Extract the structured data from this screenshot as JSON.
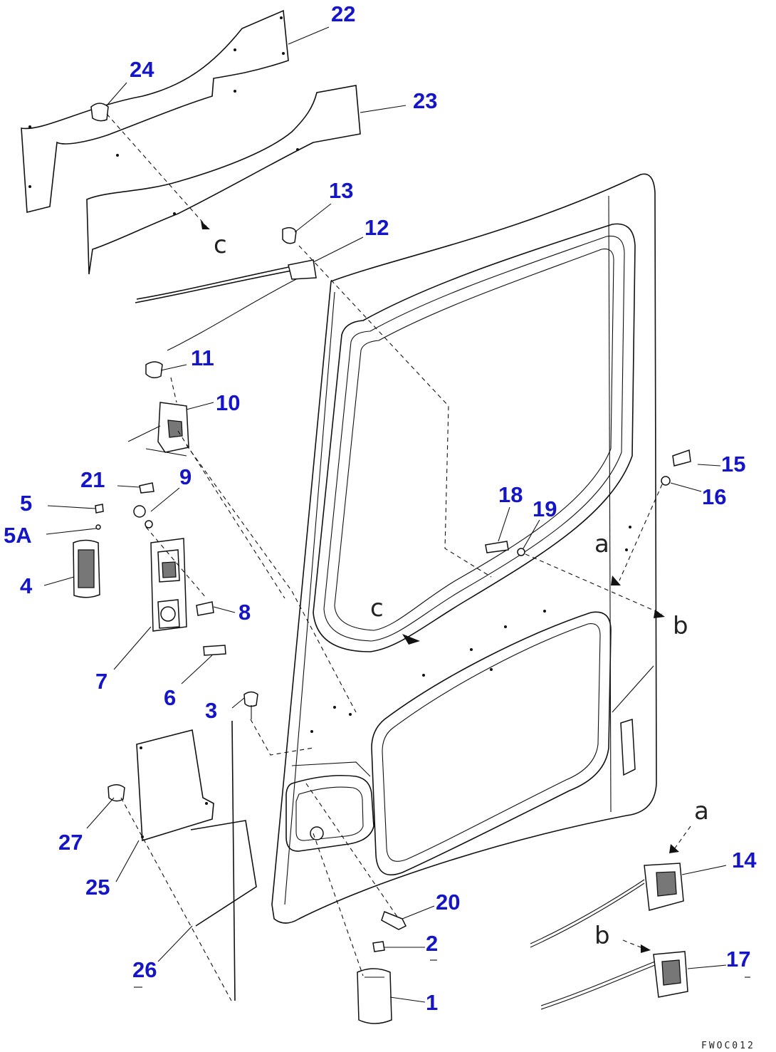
{
  "callouts": [
    "22",
    "24",
    "23",
    "13",
    "12",
    "11",
    "10",
    "21",
    "9",
    "5",
    "5A",
    "4",
    "8",
    "7",
    "6",
    "15",
    "16",
    "18",
    "19",
    "3",
    "27",
    "25",
    "26",
    "20",
    "2",
    "1",
    "14",
    "17"
  ],
  "reference_letters": [
    "c",
    "c",
    "a",
    "b",
    "a",
    "b"
  ],
  "drawing_code": "FWOC012"
}
